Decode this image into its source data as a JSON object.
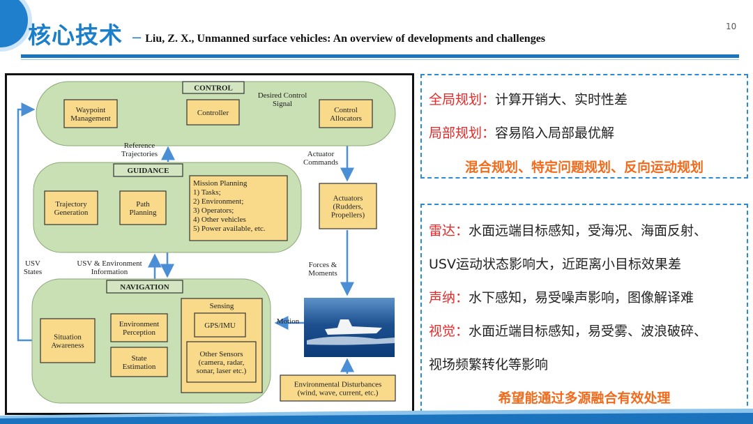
{
  "header": {
    "title": "核心技术",
    "dash": "–",
    "subtitle": "Liu, Z. X., Unmanned surface vehicles: An overview of developments and challenges",
    "page_number": "10"
  },
  "diagram": {
    "control": "CONTROL",
    "waypoint": [
      "Waypoint",
      "Management"
    ],
    "controller": "Controller",
    "desired": [
      "Desired Control",
      "Signal"
    ],
    "allocators": [
      "Control",
      "Allocators"
    ],
    "reference": [
      "Reference",
      "Trajectories"
    ],
    "actuator_cmd": [
      "Actuator",
      "Commands"
    ],
    "guidance": "GUIDANCE",
    "trajectory": [
      "Trajectory",
      "Generation"
    ],
    "path": [
      "Path",
      "Planning"
    ],
    "mission": [
      "Mission Planning",
      "1) Tasks;",
      "2) Environment;",
      "3) Operators;",
      "4) Other vehicles",
      "5) Power available, etc."
    ],
    "actuators": [
      "Actuators",
      "(Rudders,",
      "Propellers)"
    ],
    "usv_states": [
      "USV",
      "States"
    ],
    "usv_env": [
      "USV & Environment",
      "Information"
    ],
    "forces": [
      "Forces &",
      "Moments"
    ],
    "navigation": "NAVIGATION",
    "sensing": "Sensing",
    "gps": "GPS/IMU",
    "other_sensors": [
      "Other Sensors",
      "(camera, radar,",
      "sonar, laser etc.)"
    ],
    "env_perception": [
      "Environment",
      "Perception"
    ],
    "state_est": [
      "State",
      "Estimation"
    ],
    "situation": [
      "Situation",
      "Awareness"
    ],
    "motion": "Motion",
    "disturbances": [
      "Environmental Disturbances",
      "(wind, wave, current,  etc.)"
    ]
  },
  "panel1": {
    "l1_label": "全局规划：",
    "l1_text": "计算开销大、实时性差",
    "l2_label": "局部规划：",
    "l2_text": "容易陷入局部最优解",
    "summary": "混合规划、特定问题规划、反向运动规划"
  },
  "panel2": {
    "radar_label": "雷达：",
    "radar_text": "水面远端目标感知，受海况、海面反射、",
    "radar_text2": "USV运动状态影响大，近距离小目标效果差",
    "sonar_label": "声纳：",
    "sonar_text": "水下感知，易受噪声影响，图像解译难",
    "vision_label": "视觉：",
    "vision_text": "水面近端目标感知，易受雾、波浪破碎、",
    "vision_text2": "视场频繁转化等影响",
    "summary": "希望能通过多源融合有效处理"
  },
  "colors": {
    "accent": "#1a7ec8",
    "red": "#e52a2a",
    "orange": "#f26b1d",
    "pill": "#c9dfb4",
    "box": "#f8da8a"
  }
}
